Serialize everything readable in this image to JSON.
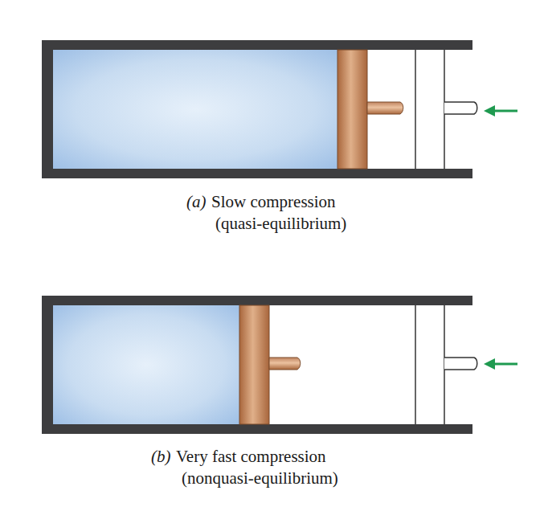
{
  "diagram": {
    "labels": [
      "(a)",
      "Slow compression",
      "(quasi-equilibrium)",
      "(b)",
      "Very fast compression",
      "(nonquasi-equilibrium)"
    ]
  }
}
